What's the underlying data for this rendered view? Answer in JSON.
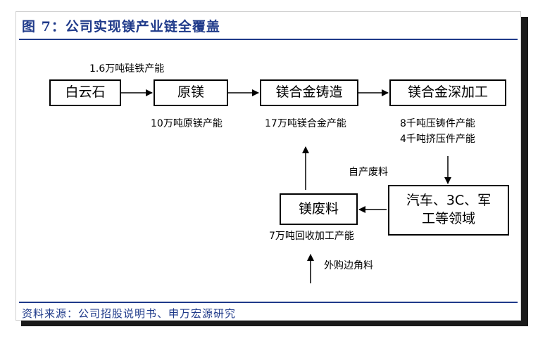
{
  "figure": {
    "title": "图 7：公司实现镁产业链全覆盖",
    "source": "资料来源：公司招股说明书、申万宏源研究"
  },
  "nodes": {
    "dolomite": "白云石",
    "raw_magnesium": "原镁",
    "alloy_casting": "镁合金铸造",
    "deep_processing": "镁合金深加工",
    "applications": "汽车、3C、军工等领域",
    "scrap": "镁废料"
  },
  "labels": {
    "ferrosilicon_capacity": "1.6万吨硅铁产能",
    "raw_mg_capacity": "10万吨原镁产能",
    "alloy_capacity": "17万吨镁合金产能",
    "die_cast_capacity": "8千吨压铸件产能",
    "extrusion_capacity": "4千吨挤压件产能",
    "self_scrap": "自产废料",
    "recycling_capacity": "7万吨回收加工产能",
    "purchased_scrap": "外购边角料"
  }
}
